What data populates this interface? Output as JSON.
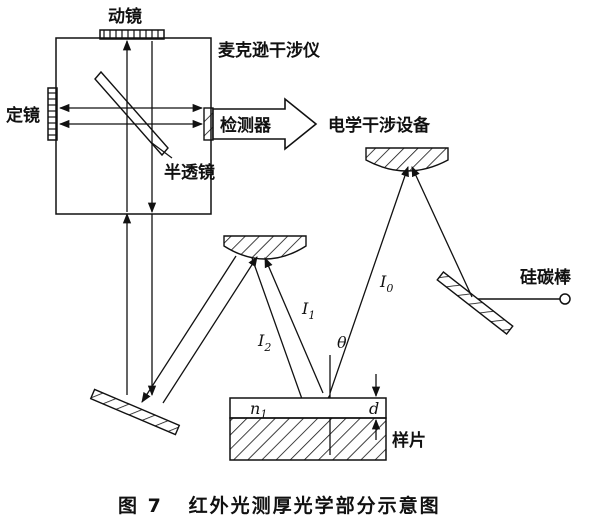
{
  "labels": {
    "moving_mirror": "动镜",
    "michelson": "麦克逊干涉仪",
    "fixed_mirror": "定镜",
    "detector": "检测器",
    "electronics": "电学干涉设备",
    "beam_splitter": "半透镜",
    "source": "硅碳棒",
    "sample": "样片",
    "I0": "I",
    "I0_sub": "0",
    "I1": "I",
    "I1_sub": "1",
    "I2": "I",
    "I2_sub": "2",
    "theta": "θ",
    "n1": "n",
    "n1_sub": "1",
    "d": "d"
  },
  "caption": "图 7   红外光测厚光学部分示意图"
}
